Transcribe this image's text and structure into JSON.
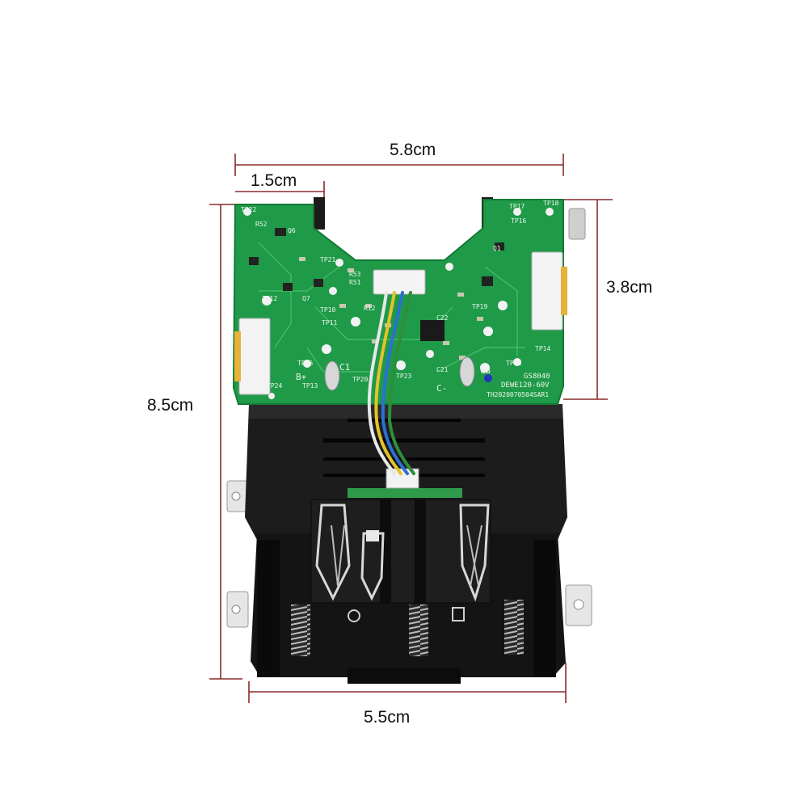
{
  "dimensions": {
    "width_top": "5.8cm",
    "width_offset": "1.5cm",
    "pcb_height": "3.8cm",
    "total_height": "8.5cm",
    "width_bottom": "5.5cm"
  },
  "pcb_silkscreen": {
    "board_id": "GS8040",
    "board_model": "DEWE120-60V",
    "board_code": "TH2020070504SAR1",
    "labels": [
      "TP22",
      "TP17",
      "TP18",
      "TP16",
      "TP21",
      "TP12",
      "TP10",
      "TP11",
      "TP15",
      "TP13",
      "TP20",
      "TP23",
      "TP19",
      "TP14",
      "TP28",
      "TP24",
      "C1",
      "C3",
      "C21",
      "C22",
      "B+",
      "C-",
      "Q1",
      "Q6",
      "Q7",
      "R52",
      "R53",
      "R51",
      "R12"
    ]
  },
  "colors": {
    "pcb_green": "#1f9a48",
    "housing_black": "#161616",
    "dimension_line": "#8b2a2a",
    "terminal_silver": "#cfcfcf"
  }
}
